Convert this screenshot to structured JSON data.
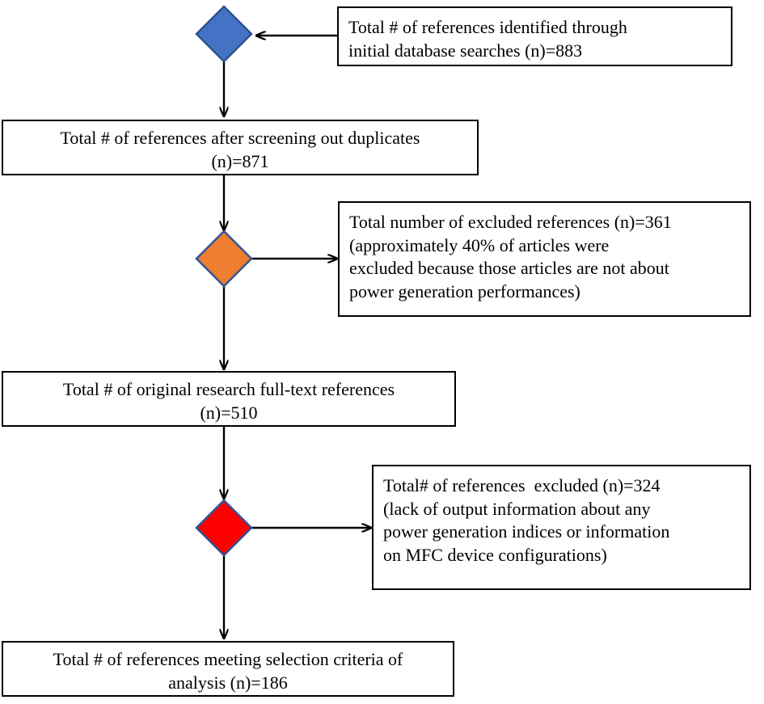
{
  "figure": {
    "type": "flowchart",
    "orientation": "top-to-bottom",
    "background_color": "#ffffff",
    "text_color": "#000000"
  },
  "colors": {
    "diamond_blue_fill": "#4472C4",
    "diamond_blue_stroke": "#2F528F",
    "diamond_orange_fill": "#ED7D31",
    "diamond_orange_stroke": "#2F5597",
    "diamond_red_fill": "#FF0000",
    "diamond_red_stroke": "#2F5597",
    "box_border": "#000000",
    "box_fill": "#ffffff",
    "connector": "#000000"
  },
  "nodes": {
    "diamond_1": {
      "shape": "diamond",
      "name": "identification-stage-marker",
      "fill": "#4472C4"
    },
    "diamond_2": {
      "shape": "diamond",
      "name": "screening-stage-marker",
      "fill": "#ED7D31"
    },
    "diamond_3": {
      "shape": "diamond",
      "name": "eligibility-stage-marker",
      "fill": "#FF0000"
    },
    "box_identified": {
      "text": "Total # of references identified through\ninitial database searches (n)=883",
      "align": "left",
      "n": 883
    },
    "box_after_duplicates": {
      "text": "Total # of references after screening out duplicates\n(n)=871",
      "align": "center",
      "n": 871
    },
    "box_excluded_1": {
      "text": "Total number of excluded references (n)=361\n(approximately 40% of articles were\nexcluded because those articles are not about\npower generation performances)",
      "align": "left",
      "n": 361,
      "percent": "40%"
    },
    "box_fulltext": {
      "text": "Total # of original research full-text references\n(n)=510",
      "align": "center",
      "n": 510
    },
    "box_excluded_2": {
      "text": "Total# of references  excluded (n)=324\n(lack of output information about any\npower generation indices or information\non MFC device configurations)",
      "align": "left",
      "n": 324
    },
    "box_final": {
      "text": "Total # of references meeting selection criteria of\nanalysis (n)=186",
      "align": "center",
      "n": 186
    }
  },
  "edges": [
    {
      "name": "identified-to-diamond1",
      "from": "box_identified",
      "to": "diamond_1",
      "direction": "left",
      "arrow": true
    },
    {
      "name": "diamond1-to-after-duplicates",
      "from": "diamond_1",
      "to": "box_after_duplicates",
      "direction": "down",
      "arrow": true
    },
    {
      "name": "after-duplicates-to-diamond2",
      "from": "box_after_duplicates",
      "to": "diamond_2",
      "direction": "down",
      "arrow": true
    },
    {
      "name": "diamond2-to-excluded1",
      "from": "diamond_2",
      "to": "box_excluded_1",
      "direction": "right",
      "arrow": true
    },
    {
      "name": "diamond2-to-fulltext",
      "from": "diamond_2",
      "to": "box_fulltext",
      "direction": "down",
      "arrow": true
    },
    {
      "name": "fulltext-to-diamond3",
      "from": "box_fulltext",
      "to": "diamond_3",
      "direction": "down",
      "arrow": true
    },
    {
      "name": "diamond3-to-excluded2",
      "from": "diamond_3",
      "to": "box_excluded_2",
      "direction": "right",
      "arrow": true
    },
    {
      "name": "diamond3-to-final",
      "from": "diamond_3",
      "to": "box_final",
      "direction": "down",
      "arrow": true
    }
  ]
}
